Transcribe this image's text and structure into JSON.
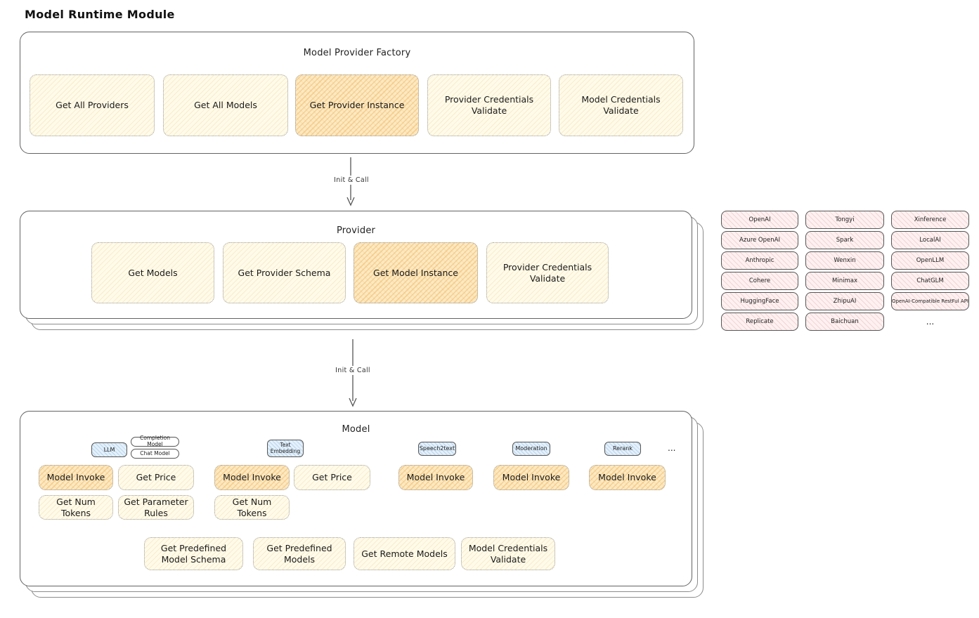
{
  "page_title": "Model Runtime Module",
  "factory": {
    "title": "Model Provider Factory",
    "items": [
      {
        "label": "Get All Providers",
        "highlight": false
      },
      {
        "label": "Get All Models",
        "highlight": false
      },
      {
        "label": "Get Provider Instance",
        "highlight": true
      },
      {
        "label": "Provider Credentials Validate",
        "highlight": false
      },
      {
        "label": "Model Credentials Validate",
        "highlight": false
      }
    ]
  },
  "arrow1": {
    "label": "Init & Call"
  },
  "arrow2": {
    "label": "Init & Call"
  },
  "provider": {
    "title": "Provider",
    "items": [
      {
        "label": "Get Models",
        "highlight": false
      },
      {
        "label": "Get Provider Schema",
        "highlight": false
      },
      {
        "label": "Get Model Instance",
        "highlight": true
      },
      {
        "label": "Provider Credentials Validate",
        "highlight": false
      }
    ]
  },
  "provider_list": {
    "items": [
      "OpenAI",
      "Tongyi",
      "Xinference",
      "Azure OpenAI",
      "Spark",
      "LocalAI",
      "Anthropic",
      "Wenxin",
      "OpenLLM",
      "Cohere",
      "Minimax",
      "ChatGLM",
      "HuggingFace",
      "ZhipuAI",
      "OpenAI-Compatible RestFul API",
      "Replicate",
      "Baichuan"
    ],
    "ellipsis": "..."
  },
  "model": {
    "title": "Model",
    "tags": {
      "llm": "LLM",
      "completion": "Completion Model",
      "chat": "Chat Model",
      "text_embedding": "Text Embedding",
      "speech2text": "Speech2text",
      "moderation": "Moderation",
      "rerank": "Rerank",
      "ellipsis": "..."
    },
    "llm_group": {
      "invoke": "Model Invoke",
      "price": "Get Price",
      "tokens": "Get Num Tokens",
      "rules": "Get Parameter Rules"
    },
    "embedding_group": {
      "invoke": "Model Invoke",
      "price": "Get Price",
      "tokens": "Get Num Tokens"
    },
    "speech_group": {
      "invoke": "Model Invoke"
    },
    "moderation_group": {
      "invoke": "Model Invoke"
    },
    "rerank_group": {
      "invoke": "Model Invoke"
    },
    "common": [
      "Get Predefined Model Schema",
      "Get Predefined Models",
      "Get Remote Models",
      "Model Credentials Validate"
    ]
  },
  "colors": {
    "yellow_fill": "#FFFBEA",
    "orange_highlight": "#FBE9C4",
    "pink_fill": "#FDF1F1",
    "blue_fill": "#E4F0FA",
    "panel_border": "#636363"
  }
}
